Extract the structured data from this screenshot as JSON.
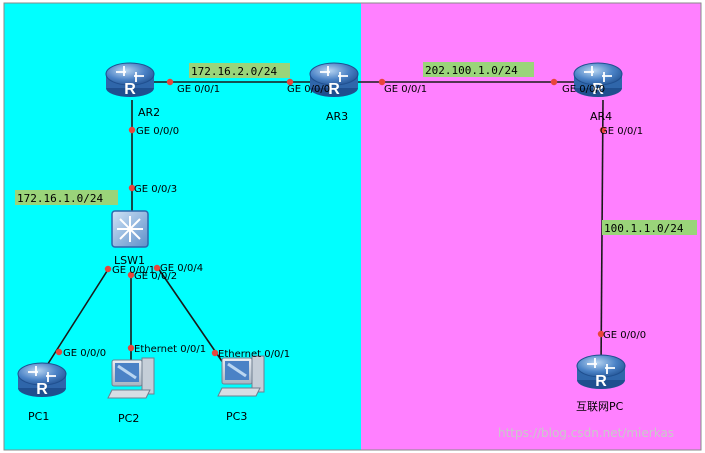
{
  "colors": {
    "zone_left": "#00ffff",
    "zone_right": "#ff80ff",
    "subnet_bg": "#9ad47a",
    "link": "#1a1a1a",
    "port_dot": "#e8453c",
    "device_blue": "#4a82c6"
  },
  "zones": {
    "left": {
      "name": "left-zone"
    },
    "right": {
      "name": "right-zone"
    }
  },
  "subnets": {
    "ar2_ar3": "172.16.2.0/24",
    "ar3_ar4": "202.100.1.0/24",
    "lan": "172.16.1.0/24",
    "ar4_internet": "100.1.1.0/24"
  },
  "devices": {
    "ar2": {
      "label": "AR2",
      "icon": "router-icon"
    },
    "ar3": {
      "label": "AR3",
      "icon": "router-icon"
    },
    "ar4": {
      "label": "AR4",
      "icon": "router-icon"
    },
    "lsw1": {
      "label": "LSW1",
      "icon": "switch-icon"
    },
    "pc1": {
      "label": "PC1",
      "icon": "router-icon"
    },
    "pc2": {
      "label": "PC2",
      "icon": "pc-icon"
    },
    "pc3": {
      "label": "PC3",
      "icon": "pc-icon"
    },
    "internet_pc": {
      "label": "互联网PC",
      "icon": "router-icon"
    }
  },
  "ports": {
    "ar2_ge001": "GE 0/0/1",
    "ar2_ge000": "GE 0/0/0",
    "ar3_ge000": "GE 0/0/0",
    "ar3_ge001": "GE 0/0/1",
    "ar4_ge000": "GE 0/0/0",
    "ar4_ge001": "GE 0/0/1",
    "lsw1_ge003": "GE 0/0/3",
    "lsw1_ge001": "GE 0/0/1",
    "lsw1_ge002": "GE 0/0/2",
    "lsw1_ge004": "GE 0/0/4",
    "pc1_ge000": "GE 0/0/0",
    "pc2_eth": "Ethernet 0/0/1",
    "pc3_eth": "Ethernet 0/0/1",
    "inet_ge000": "GE 0/0/0"
  },
  "watermark": "https://blog.csdn.net/mierkas"
}
